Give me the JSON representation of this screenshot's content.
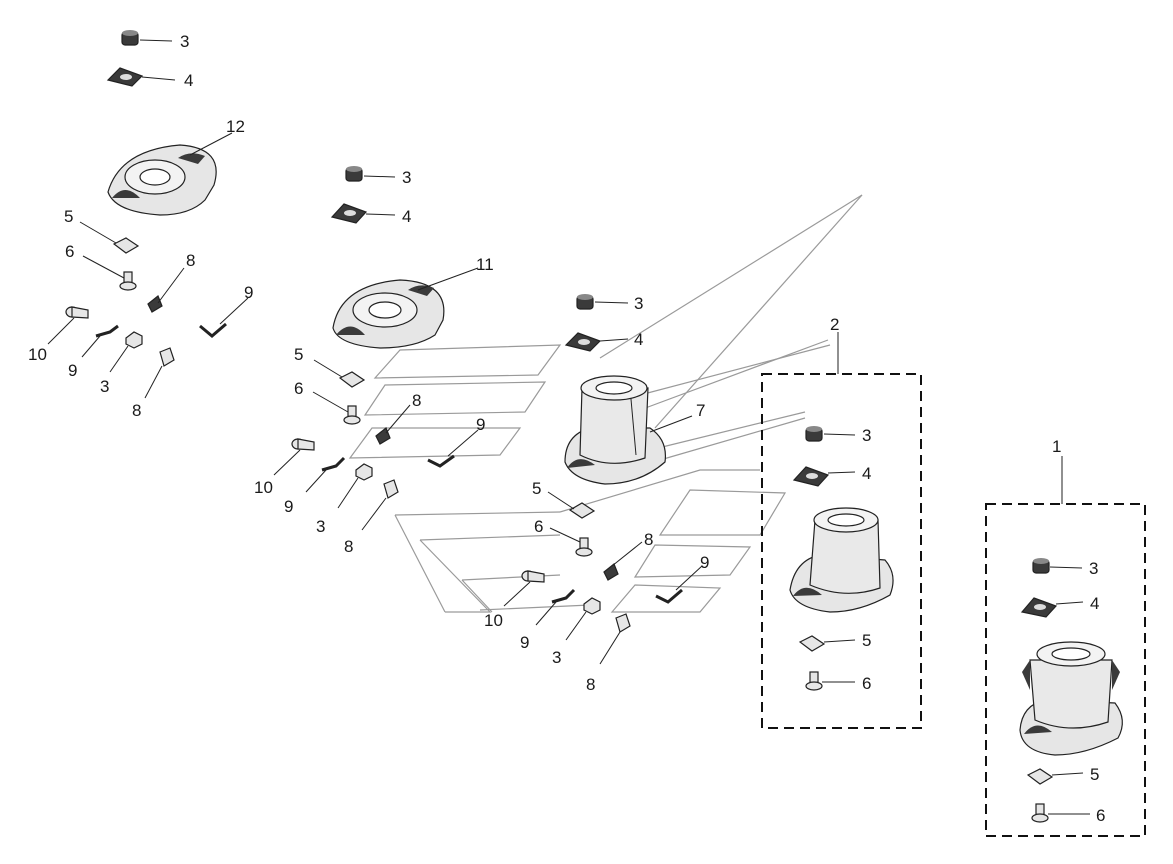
{
  "labels": {
    "g1_3": "3",
    "g1_4": "4",
    "g1_12": "12",
    "g1_5": "5",
    "g1_6": "6",
    "g1_8a": "8",
    "g1_9a": "9",
    "g1_10": "10",
    "g1_9b": "9",
    "g1_3b": "3",
    "g1_8b": "8",
    "g2_3": "3",
    "g2_4": "4",
    "g2_11": "11",
    "g2_5": "5",
    "g2_6": "6",
    "g2_8a": "8",
    "g2_9a": "9",
    "g2_10": "10",
    "g2_9b": "9",
    "g2_3b": "3",
    "g2_8b": "8",
    "g3_3": "3",
    "g3_4": "4",
    "g3_7": "7",
    "g3_2": "2",
    "g3_5": "5",
    "g3_6": "6",
    "g3_8a": "8",
    "g3_9a": "9",
    "g3_10": "10",
    "g3_9b": "9",
    "g3_3b": "3",
    "g3_8b": "8",
    "box2_3": "3",
    "box2_4": "4",
    "box2_5": "5",
    "box2_6": "6",
    "box1_1": "1",
    "box1_3": "3",
    "box1_4": "4",
    "box1_5": "5",
    "box1_6": "6"
  },
  "colors": {
    "part_fill": "#e6e6e6",
    "part_dark": "#3a3a3a",
    "line": "#222222",
    "ghost": "#9a9a9a"
  }
}
